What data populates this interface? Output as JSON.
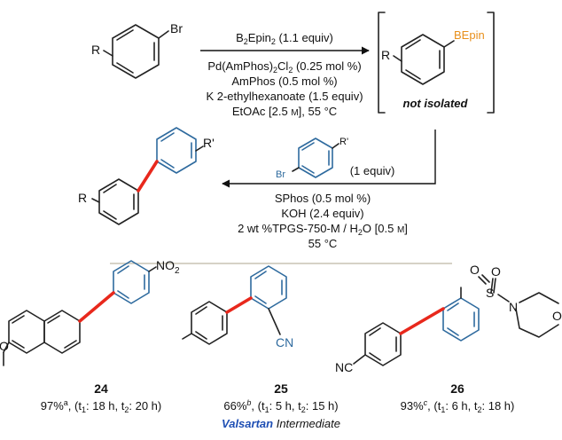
{
  "colors": {
    "coupling_bond": "#e8281c",
    "ring_blue": "#2e6a9e",
    "bepin": "#e8901c",
    "valsartan": "#1f4fb4"
  },
  "step1": {
    "start_labels": {
      "r": "R",
      "br": "Br"
    },
    "conditions": {
      "line1": {
        "pre": "B",
        "s1": "2",
        "mid": "Epin",
        "s2": "2",
        "post": " (1.1 equiv)"
      },
      "line2": {
        "pre": "Pd(AmPhos)",
        "s1": "2",
        "mid": "Cl",
        "s2": "2",
        "post": " (0.25 mol %)"
      },
      "line3": "AmPhos (0.5 mol %)",
      "line4": "K 2-ethylhexanoate (1.5 equiv)",
      "line5": {
        "pre": "EtOAc [2.5 ",
        "unit": "M",
        "post": "], 55 °C"
      }
    },
    "intermediate": {
      "r": "R",
      "bepin": "BEpin",
      "note": "not isolated"
    }
  },
  "step2": {
    "reagent_labels": {
      "br": "Br",
      "r_prime": "R'"
    },
    "equiv": "(1 equiv)",
    "conditions": {
      "line1": "SPhos (0.5 mol %)",
      "line2": "KOH (2.4 equiv)",
      "line3": {
        "pre": "2 wt %TPGS-750-M / H",
        "s1": "2",
        "mid": "O [0.5 ",
        "unit": "M",
        "post": "]"
      },
      "line4": "55 °C"
    },
    "product_labels": {
      "r": "R",
      "r_prime": "R'"
    }
  },
  "examples": [
    {
      "number": "24",
      "yield": "97%",
      "sup": "a",
      "times": {
        "open": ", (t",
        "s1": "1",
        "mid": ": 18 h, t",
        "s2": "2",
        "end": ": 20 h)"
      },
      "atoms": {
        "nitro": "NO",
        "nitro_sub": "2",
        "methoxy": "O"
      }
    },
    {
      "number": "25",
      "yield": "66%",
      "sup": "b",
      "times": {
        "open": ", (t",
        "s1": "1",
        "mid": ": 5 h, t",
        "s2": "2",
        "end": ": 15 h)"
      },
      "atoms": {
        "nitrile": "CN"
      },
      "note": {
        "name": "Valsartan",
        "rest": " Intermediate"
      }
    },
    {
      "number": "26",
      "yield": "93%",
      "sup": "c",
      "times": {
        "open": ", (t",
        "s1": "1",
        "mid": ": 6 h, t",
        "s2": "2",
        "end": ": 18 h)"
      },
      "atoms": {
        "sulfur": "S",
        "oxy1": "O",
        "oxy2": "O",
        "nitrogen": "N",
        "oxy3": "O",
        "nitrile": "NC"
      }
    }
  ]
}
